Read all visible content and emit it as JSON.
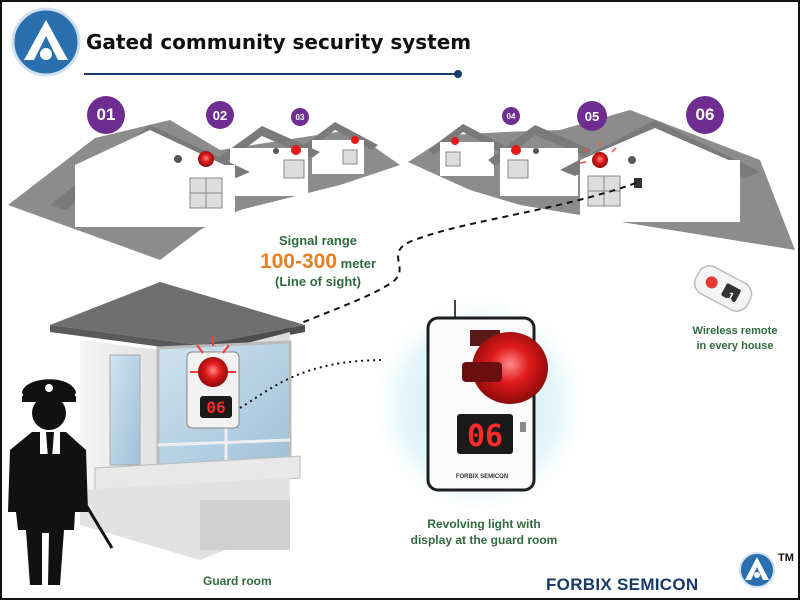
{
  "title": "Gated community security system",
  "houses": [
    {
      "number": "01"
    },
    {
      "number": "02"
    },
    {
      "number": "03"
    },
    {
      "number": "04"
    },
    {
      "number": "05"
    },
    {
      "number": "06"
    }
  ],
  "signal": {
    "heading": "Signal range",
    "range": "100-300",
    "unit": "meter",
    "note": "(Line of sight)"
  },
  "labels": {
    "remote": [
      "Wireless remote",
      "in every house"
    ],
    "light": [
      "Revolving light with",
      "display at the guard room"
    ],
    "guard_room": "Guard room"
  },
  "guard_display": "06",
  "device": {
    "display": "06",
    "brand": "FORBIX SEMICON"
  },
  "remote_key": "1",
  "brand": {
    "name": "FORBIX SEMICON",
    "tm": "TM"
  },
  "colors": {
    "badge": "#6f2c91",
    "house": "#8c8c8c",
    "range": "#e67e22",
    "label": "#2f6b3c",
    "brand": "#163a6c",
    "logo": "#2a6fb0",
    "alarm": "#e11b1b"
  }
}
